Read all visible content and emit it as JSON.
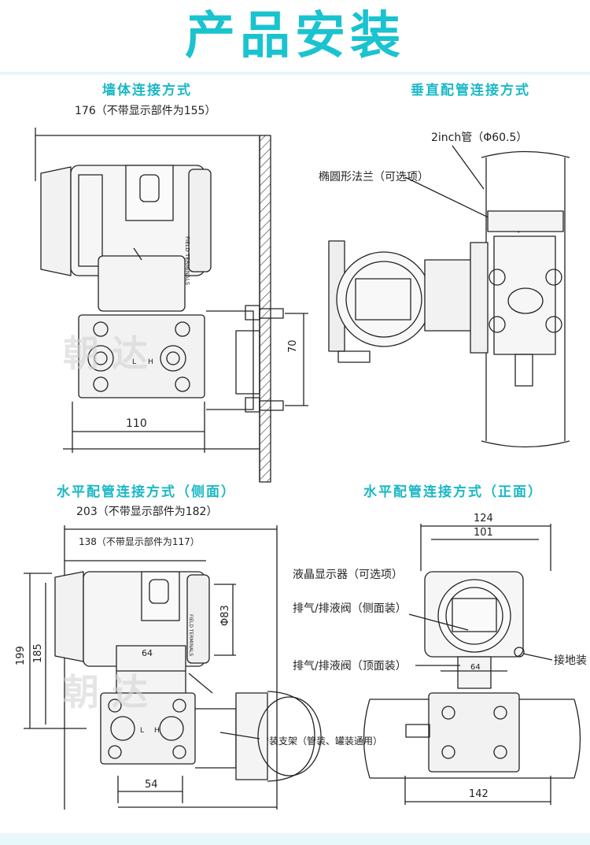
{
  "header": {
    "title": "产品安装"
  },
  "sections": {
    "wall": {
      "title": "墙体连接方式",
      "width_note": "176（不带显示部件为155）",
      "dim_height": "70",
      "dim_width": "110",
      "nameplate": "FIELD TERMINALS",
      "marks": [
        "L",
        "H"
      ]
    },
    "vertical_pipe": {
      "title": "垂直配管连接方式",
      "pipe_note": "2inch管（Φ60.5）",
      "flange_note": "椭圆形法兰（可选项）"
    },
    "horizontal_side": {
      "title": "水平配管连接方式（侧面）",
      "width_note": "203（不带显示部件为182）",
      "sub_width_note": "138（不带显示部件为117）",
      "dim_total_height": "199",
      "dim_height": "185",
      "dim_diameter": "Φ83",
      "dim_inner": "64",
      "dim_bottom": "54",
      "bracket_note": "安装支架（管装、罐装通用）",
      "marks": [
        "L",
        "H"
      ]
    },
    "horizontal_front": {
      "title": "水平配管连接方式（正面）",
      "dim_outer": "124",
      "dim_inner": "101",
      "dim_bottom": "142",
      "dim_small": "64",
      "lcd_note": "液晶显示器（可选项）",
      "vent_side_note": "排气/排液阀（侧面装）",
      "vent_top_note": "排气/排液阀（顶面装）",
      "ground_note": "接地装"
    }
  },
  "watermark": {
    "text": "朝 达"
  },
  "colors": {
    "accent": "#19c3cf",
    "line": "#222222",
    "fill": "#eeeeee"
  }
}
